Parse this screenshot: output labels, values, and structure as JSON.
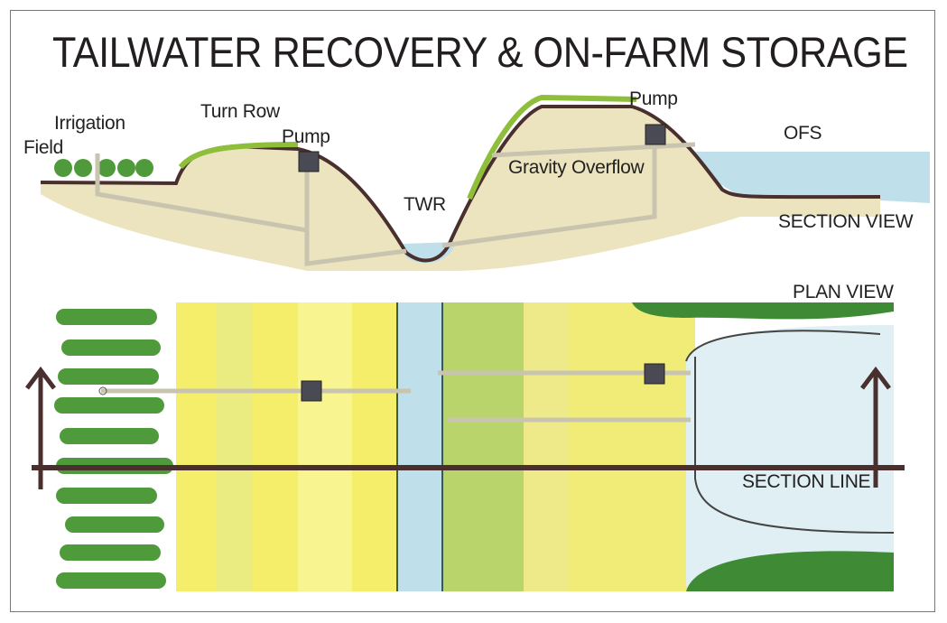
{
  "title": "TAILWATER RECOVERY & ON-FARM STORAGE",
  "section_view": {
    "heading": "SECTION VIEW",
    "labels": {
      "irrigation": "Irrigation",
      "field": "Field",
      "turn_row": "Turn Row",
      "pump_left": "Pump",
      "pump_right": "Pump",
      "twr": "TWR",
      "gravity_overflow": "Gravity Overflow",
      "ofs": "OFS"
    }
  },
  "plan_view": {
    "heading": "PLAN VIEW",
    "section_line": "SECTION LINE"
  },
  "colors": {
    "soil": "#e8ddb0",
    "water": "#bfe0ea",
    "yellow": "#f4ee6a",
    "green": "#a9cf5a",
    "shrub": "#4f9a3a",
    "line": "#4a2f2f"
  }
}
